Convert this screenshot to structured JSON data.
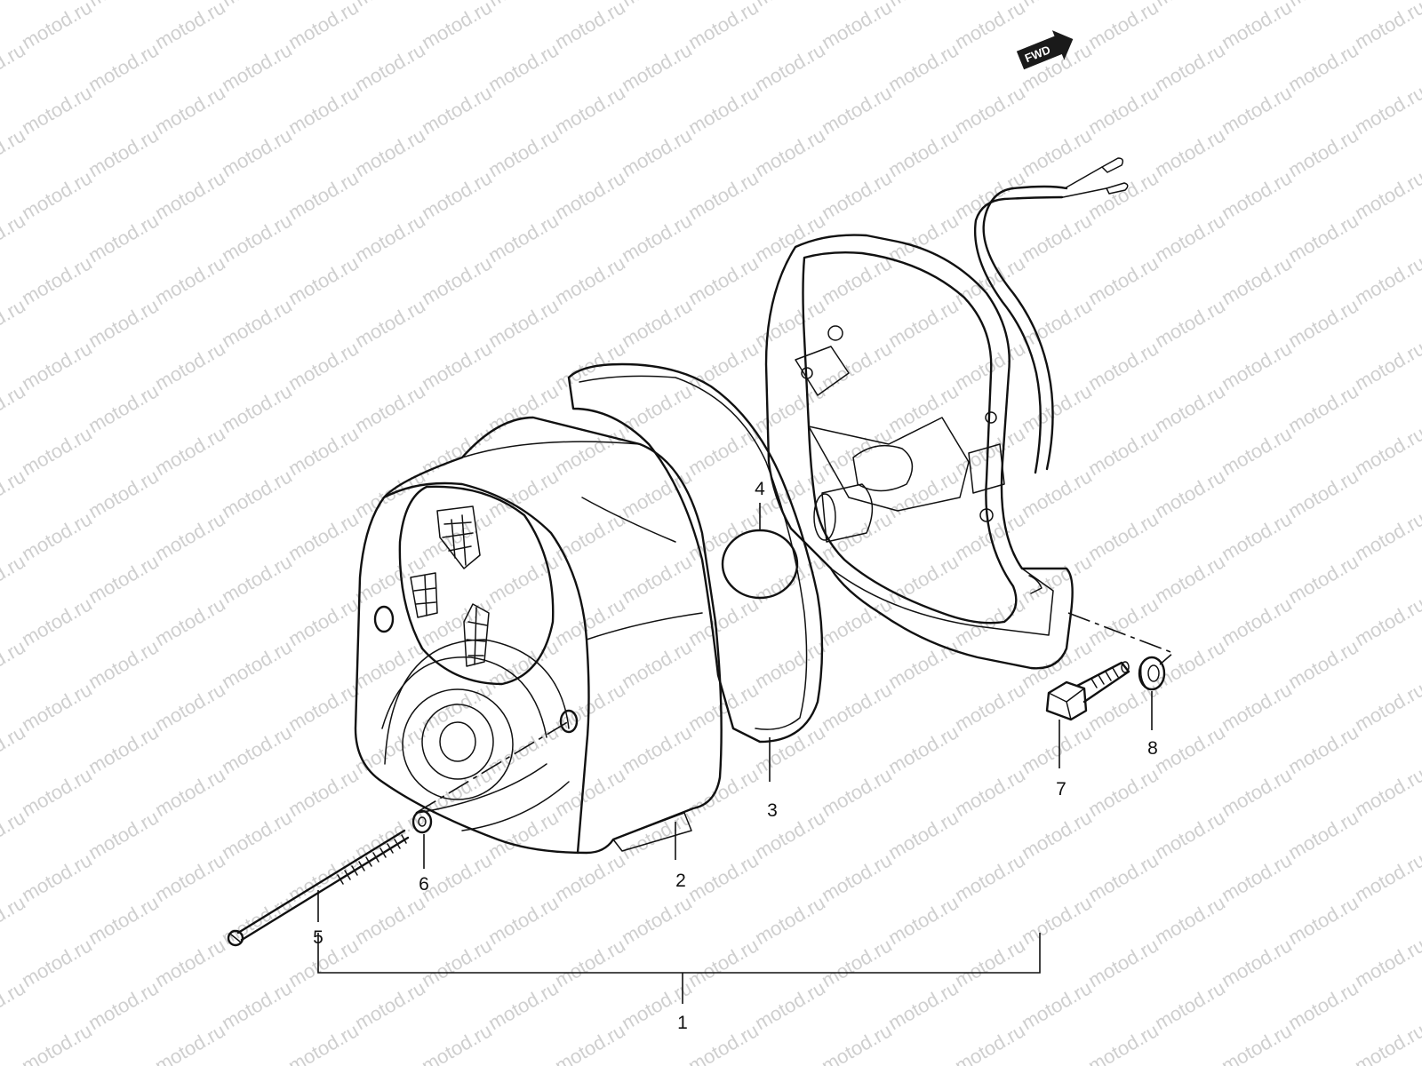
{
  "watermark": {
    "text": "motod.ru"
  },
  "direction_badge": {
    "label": "FWD"
  },
  "callouts": [
    {
      "id": "1",
      "label": "1"
    },
    {
      "id": "2",
      "label": "2"
    },
    {
      "id": "3",
      "label": "3"
    },
    {
      "id": "4",
      "label": "4"
    },
    {
      "id": "5",
      "label": "5"
    },
    {
      "id": "6",
      "label": "6"
    },
    {
      "id": "7",
      "label": "7"
    },
    {
      "id": "8",
      "label": "8"
    }
  ]
}
